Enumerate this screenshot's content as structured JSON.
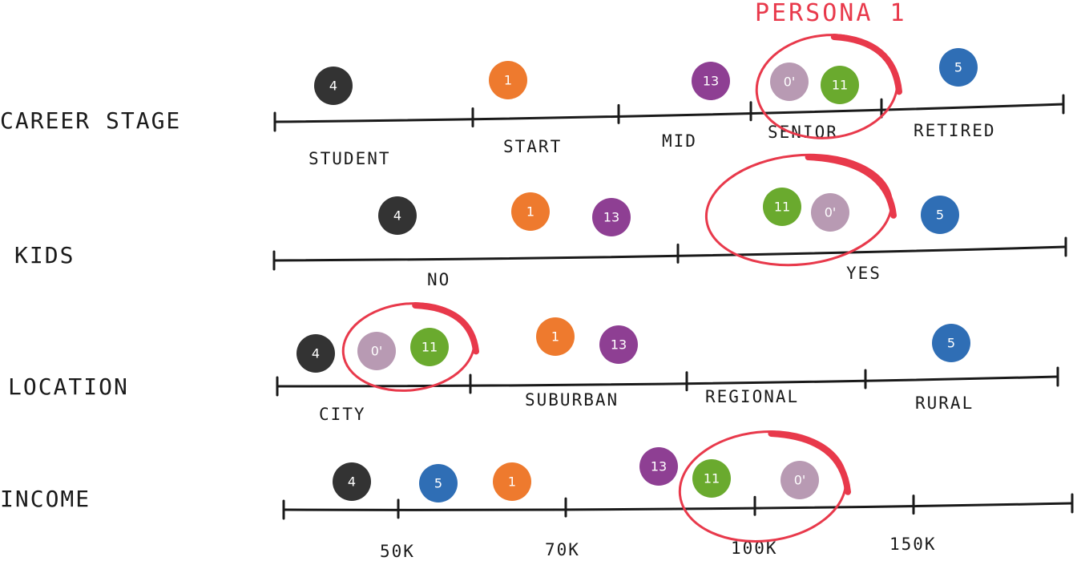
{
  "title": "PERSONA 1",
  "colors": {
    "4": "#333333",
    "1": "#ee7a2e",
    "13": "#8e3f93",
    "0'": "#b89ab3",
    "11": "#6aaa2e",
    "5": "#2f6eb5",
    "highlight": "#e8394b",
    "ink": "#1a1a1a"
  },
  "highlighted_persona": "0'",
  "rows": [
    {
      "label": "CAREER STAGE",
      "segments": [
        "STUDENT",
        "START",
        "MID",
        "SENIOR",
        "RETIRED"
      ],
      "markers": [
        "4",
        "1",
        "13",
        "0'",
        "11",
        "5"
      ]
    },
    {
      "label": "KIDS",
      "segments": [
        "NO",
        "YES"
      ],
      "markers": [
        "4",
        "1",
        "13",
        "11",
        "0'",
        "5"
      ]
    },
    {
      "label": "LOCATION",
      "segments": [
        "CITY",
        "SUBURBAN",
        "REGIONAL",
        "RURAL"
      ],
      "markers": [
        "4",
        "0'",
        "11",
        "1",
        "13",
        "5"
      ]
    },
    {
      "label": "INCOME",
      "segments": [
        "50K",
        "70K",
        "100K",
        "150K"
      ],
      "markers": [
        "4",
        "5",
        "1",
        "13",
        "11",
        "0'"
      ]
    }
  ]
}
